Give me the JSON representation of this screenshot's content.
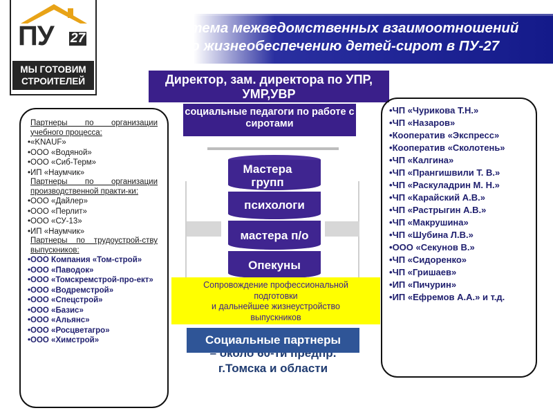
{
  "banner": {
    "title_line1": "Система межведомственных взаимоотношений",
    "title_line2": "по жизнеобеспечению детей-сирот в ПУ-27"
  },
  "logo": {
    "text": "ПУ",
    "number": "27",
    "tagline": "МЫ ГОТОВИМ\nСТРОИТЕЛЕЙ"
  },
  "center": {
    "director": "Директор, зам. директора по УПР, УМР,УВР",
    "social_pedagogues": "социальные педагоги по работе с сиротами",
    "levels": [
      "Мастера групп",
      "психологи",
      "мастера п/о",
      "Опекуны"
    ],
    "support_lines": [
      "Сопровождение профессиональной",
      "подготовки",
      "и дальнейшее жизнеустройство",
      "выпускников"
    ],
    "partners_button": "Социальные партнеры",
    "partners_sub_line1": "– около 60-ти предпр.",
    "partners_sub_line2": "г.Томска и области"
  },
  "left_panel": {
    "heading1": "Партнеры по организации учебного процесса:",
    "group1": [
      "«KNAUF»",
      "ООО «Водяной»",
      "ООО «Сиб-Терм»",
      "ИП «Наумчик»"
    ],
    "heading2": "Партнеры по организации производственной практи-ки:",
    "group2": [
      "ООО «Дайлер»",
      "ООО «Перлит»",
      "ООО «СУ-13»",
      "ИП «Наумчик»"
    ],
    "heading3": "Партнеры по трудоустрой-ству выпускников:",
    "group3": [
      "ООО Компания «Том-строй»",
      "ООО «Паводок»",
      "ООО «Томскремстрой-про-ект»",
      "ООО «Водремстрой»",
      "ООО «Спецстрой»",
      "ООО «Базис»",
      "ООО «Альянс»",
      "ООО «Росцветагро»",
      "ООО «Химстрой»"
    ]
  },
  "right_panel": {
    "items": [
      "ЧП «Чурикова Т.Н.»",
      "ЧП «Назаров»",
      "Кооператив «Экспресс»",
      "Кооператив «Сколотень»",
      "ЧП «Калгина»",
      "ЧП «Прангишвили Т. В.»",
      "ЧП «Раскуладрин М. Н.»",
      "ЧП «Карайский А.В.»",
      "ЧП «Растрыгин А.В.»",
      "ЧП «Макрушина»",
      "ЧП «Шубина Л.В.»",
      "ООО «Секунов В.»",
      "ЧП «Сидоренко»",
      "ЧП «Гришаев»",
      "ИП «Пичурин»",
      "ИП «Ефремов А.А.» и т.д."
    ]
  },
  "colors": {
    "banner_blue": "#1a1f8f",
    "box_purple": "#3a1f8a",
    "highlight_yellow": "#ffff00",
    "partners_blue": "#2f5597",
    "logo_gold": "#e8a317"
  }
}
